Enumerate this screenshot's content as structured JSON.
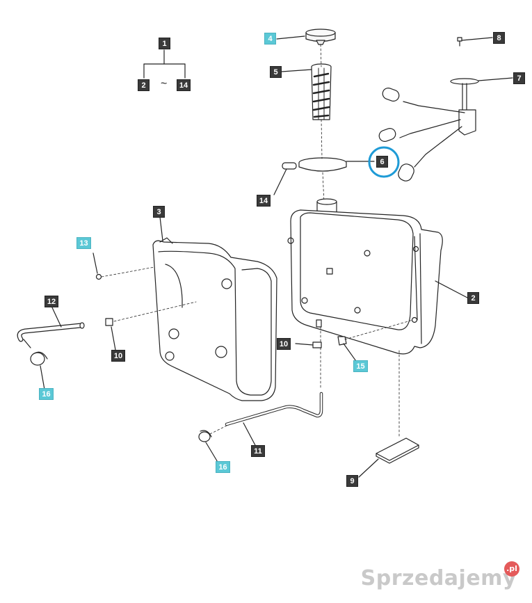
{
  "callouts": [
    {
      "id": "c1",
      "label": "1",
      "style": "dark"
    },
    {
      "id": "c2a",
      "label": "2",
      "style": "dark"
    },
    {
      "id": "c14a",
      "label": "14",
      "style": "dark"
    },
    {
      "id": "c4",
      "label": "4",
      "style": "cyan"
    },
    {
      "id": "c5",
      "label": "5",
      "style": "dark"
    },
    {
      "id": "c8",
      "label": "8",
      "style": "dark"
    },
    {
      "id": "c7",
      "label": "7",
      "style": "dark"
    },
    {
      "id": "c6",
      "label": "6",
      "style": "dark"
    },
    {
      "id": "c14b",
      "label": "14",
      "style": "dark"
    },
    {
      "id": "c3",
      "label": "3",
      "style": "dark"
    },
    {
      "id": "c13",
      "label": "13",
      "style": "cyan"
    },
    {
      "id": "c12",
      "label": "12",
      "style": "dark"
    },
    {
      "id": "c10a",
      "label": "10",
      "style": "dark"
    },
    {
      "id": "c16a",
      "label": "16",
      "style": "cyan"
    },
    {
      "id": "c2b",
      "label": "2",
      "style": "dark"
    },
    {
      "id": "c10b",
      "label": "10",
      "style": "dark"
    },
    {
      "id": "c15",
      "label": "15",
      "style": "cyan"
    },
    {
      "id": "c11",
      "label": "11",
      "style": "dark"
    },
    {
      "id": "c16b",
      "label": "16",
      "style": "cyan"
    },
    {
      "id": "c9",
      "label": "9",
      "style": "dark"
    }
  ],
  "range_symbol": "~",
  "highlight_color": "#1f9bd6",
  "watermark": {
    "text": "Sprzedajemy",
    "badge": ".pl"
  }
}
